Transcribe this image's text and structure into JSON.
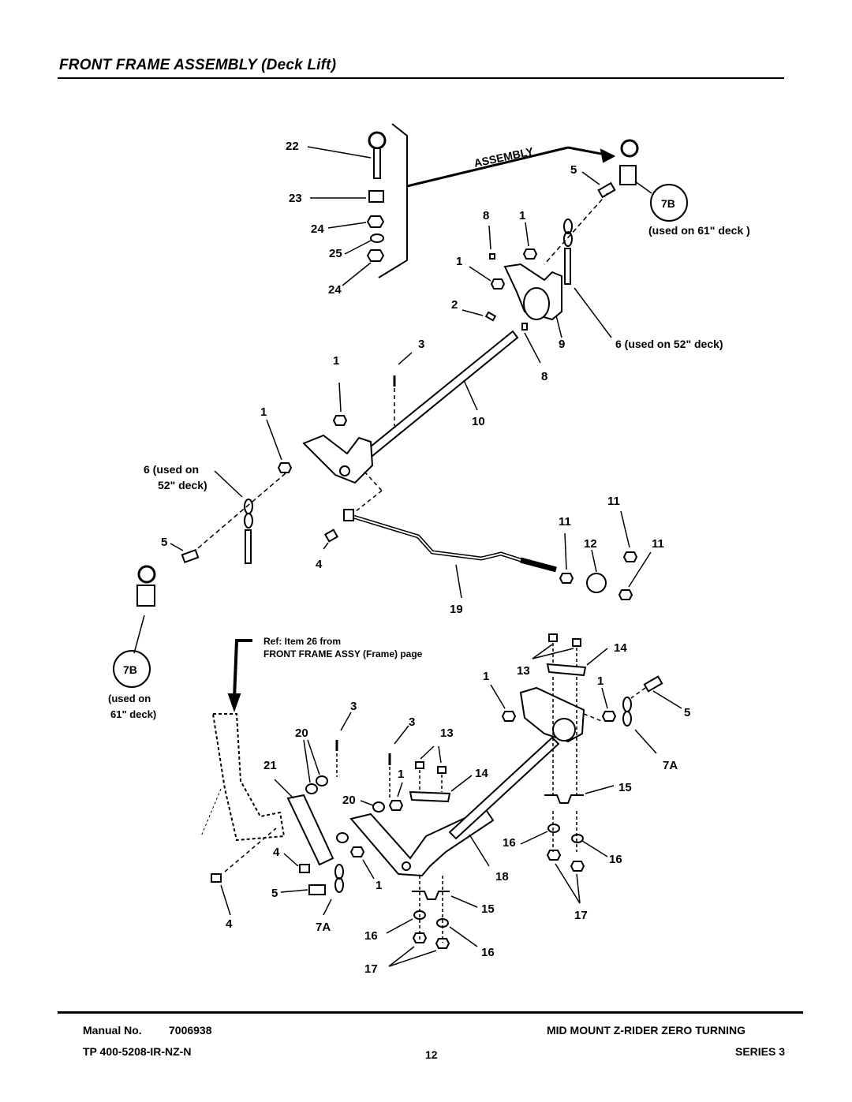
{
  "header": {
    "title": "FRONT FRAME ASSEMBLY (Deck Lift)"
  },
  "diagram": {
    "assembly_label": "ASSEMBLY",
    "ref_note_line1": "Ref: Item 26 from",
    "ref_note_line2": "FRONT FRAME ASSY (Frame) page",
    "callout_7b_label": "7B",
    "note_used_61_top": "(used on 61\" deck )",
    "note_used_52_right": "6 (used on 52\" deck)",
    "note_used_52_left_1": "6 (used on",
    "note_used_52_left_2": "52\" deck)",
    "note_used_61_left_1": "(used on",
    "note_used_61_left_2": "61\" deck)",
    "part_numbers": {
      "p22": "22",
      "p23": "23",
      "p24a": "24",
      "p25": "25",
      "p24b": "24",
      "p5a": "5",
      "p8a": "8",
      "p1a": "1",
      "p1b": "1",
      "p2": "2",
      "p9": "9",
      "p8b": "8",
      "p3a": "3",
      "p1c": "1",
      "p1d": "1",
      "p10": "10",
      "p11a": "11",
      "p11b": "11",
      "p12": "12",
      "p11c": "11",
      "p5b": "5",
      "p4a": "4",
      "p19": "19",
      "p14a": "14",
      "p13a": "13",
      "p1e": "1",
      "p1f": "1",
      "p5c": "5",
      "p3b": "3",
      "p20a": "20",
      "p3c": "3",
      "p13b": "13",
      "p21": "21",
      "p1g": "1",
      "p14b": "14",
      "p7aa": "7A",
      "p20b": "20",
      "p15a": "15",
      "p4b": "4",
      "p16a": "16",
      "p16b": "16",
      "p18": "18",
      "p5d": "5",
      "p1h": "1",
      "p4c": "4",
      "p7ab": "7A",
      "p15b": "15",
      "p17a": "17",
      "p16c": "16",
      "p16d": "16",
      "p17b": "17"
    }
  },
  "footer": {
    "manual_label": "Manual No.",
    "manual_number": "7006938",
    "tp_number": "TP 400-5208-IR-NZ-N",
    "page_number": "12",
    "product_line": "MID MOUNT Z-RIDER ZERO TURNING",
    "series": "SERIES 3"
  }
}
